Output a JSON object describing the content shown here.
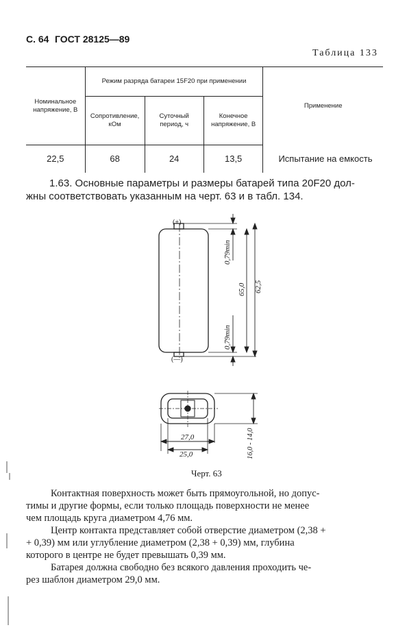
{
  "header": {
    "page": "С. 64",
    "standard": "ГОСТ 28125—89",
    "table_label": "Таблица 133"
  },
  "table": {
    "col_nominal": "Номинальное напряжение, В",
    "group_header": "Режим разряда батареи 15F20 при применении",
    "col_resistance": "Сопротивление, кОм",
    "col_period": "Суточный период, ч",
    "col_final_voltage": "Конечное напряжение, В",
    "col_application": "Применение",
    "row": {
      "nominal": "22,5",
      "resistance": "68",
      "period": "24",
      "final_voltage": "13,5",
      "application": "Испытание на емкость"
    }
  },
  "section": {
    "number": "1.63.",
    "line1": "Основные параметры и размеры батарей типа 20F20 дол-",
    "line2": "жны соответствовать указанным на черт. 63 и в табл. 134."
  },
  "drawing": {
    "plus_label": "(+)",
    "minus_label": "(—)",
    "dim_top": "0,79min",
    "dim_bottom": "0,79min",
    "dim_inner_height": "65,0",
    "dim_outer_height": "62,5",
    "dim_width_outer": "27,0",
    "dim_width_inner": "25,0",
    "dim_depth": "16,0 - 14,0",
    "caption": "Черт. 63"
  },
  "body": {
    "p1_l1": "Контактная поверхность может быть прямоугольной, но допус-",
    "p1_l2": "тимы и другие формы, если только площадь поверхности не менее",
    "p1_l3": "чем площадь круга диаметром 4,76 мм.",
    "p2_l1": "Центр контакта представляет собой отверстие диаметром (2,38 +",
    "p2_l2": "+ 0,39) мм или углубление диаметром (2,38 + 0,39) мм, глубина",
    "p2_l3": "которого в центре не будет превышать 0,39 мм.",
    "p3_l1": "Батарея должна свободно без всякого давления проходить че-",
    "p3_l2": "рез шаблон диаметром 29,0 мм."
  }
}
